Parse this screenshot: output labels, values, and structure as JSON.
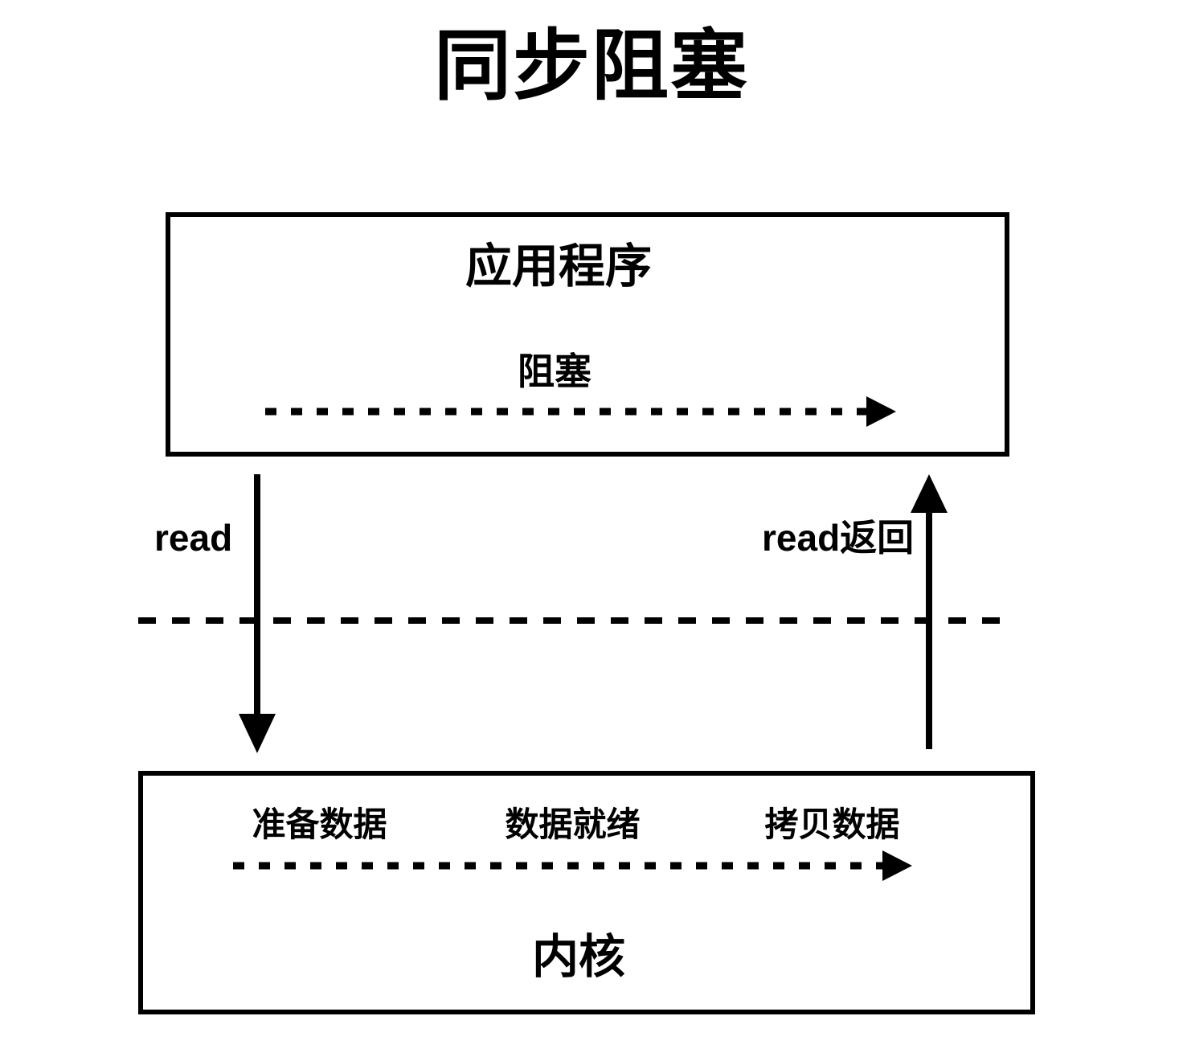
{
  "diagram": {
    "title": "同步阻塞",
    "type": "io-model-sequence-diagram",
    "colors": {
      "stroke": "#000000",
      "background": "#ffffff",
      "text": "#000000"
    }
  },
  "application_layer": {
    "box_label": "应用程序",
    "state_label": "阻塞",
    "state_arrow": {
      "style": "dashed",
      "direction": "left-to-right",
      "head": "filled-triangle"
    }
  },
  "boundary": {
    "style": "dashed",
    "orientation": "horizontal",
    "meaning": "user-kernel-boundary"
  },
  "syscall_down": {
    "label": "read",
    "direction": "down",
    "style": "solid",
    "head": "filled-triangle"
  },
  "syscall_up": {
    "label": "read返回",
    "direction": "up",
    "style": "solid",
    "head": "filled-triangle"
  },
  "kernel_layer": {
    "box_label": "内核",
    "phases": [
      {
        "label": "准备数据"
      },
      {
        "label": "数据就绪"
      },
      {
        "label": "拷贝数据"
      }
    ],
    "phase_arrow": {
      "style": "dashed",
      "direction": "left-to-right",
      "head": "filled-triangle"
    }
  }
}
